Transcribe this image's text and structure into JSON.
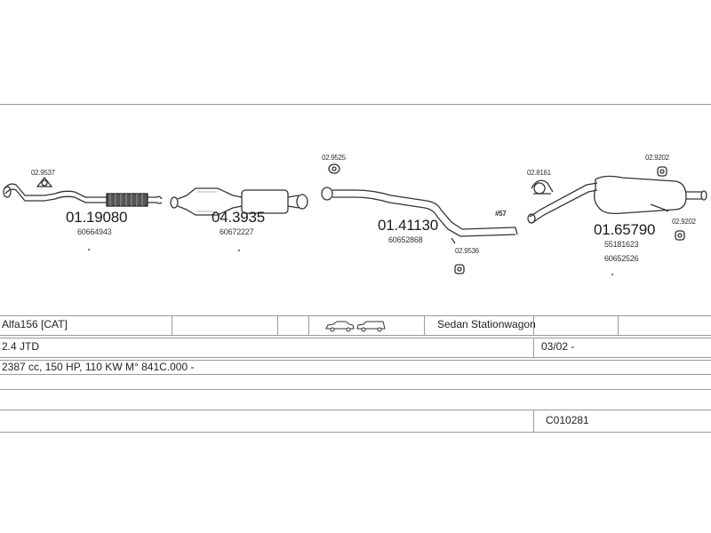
{
  "parts": [
    {
      "code": "01.19080",
      "oem": "60664943"
    },
    {
      "code": "04.3935",
      "oem": "60672227"
    },
    {
      "code": "01.41130",
      "oem": "60652868"
    },
    {
      "code": "01.65790",
      "oem1": "55181623",
      "oem2": "60652526"
    }
  ],
  "fittings": {
    "f1": "02.9537",
    "f2": "02.9525",
    "f3": "02.9536",
    "f4": "02.8161",
    "f5": "02.9202",
    "f6": "02.9202"
  },
  "pipe_note": "#57",
  "vehicle": {
    "model": "Alfa156  [CAT]",
    "body": "Sedan Stationwagon",
    "engine": "2.4  JTD",
    "date": "03/02 -",
    "spec": "2387 cc, 150 HP, 110 KW M° 841C.000 -",
    "ref": "C010281"
  }
}
